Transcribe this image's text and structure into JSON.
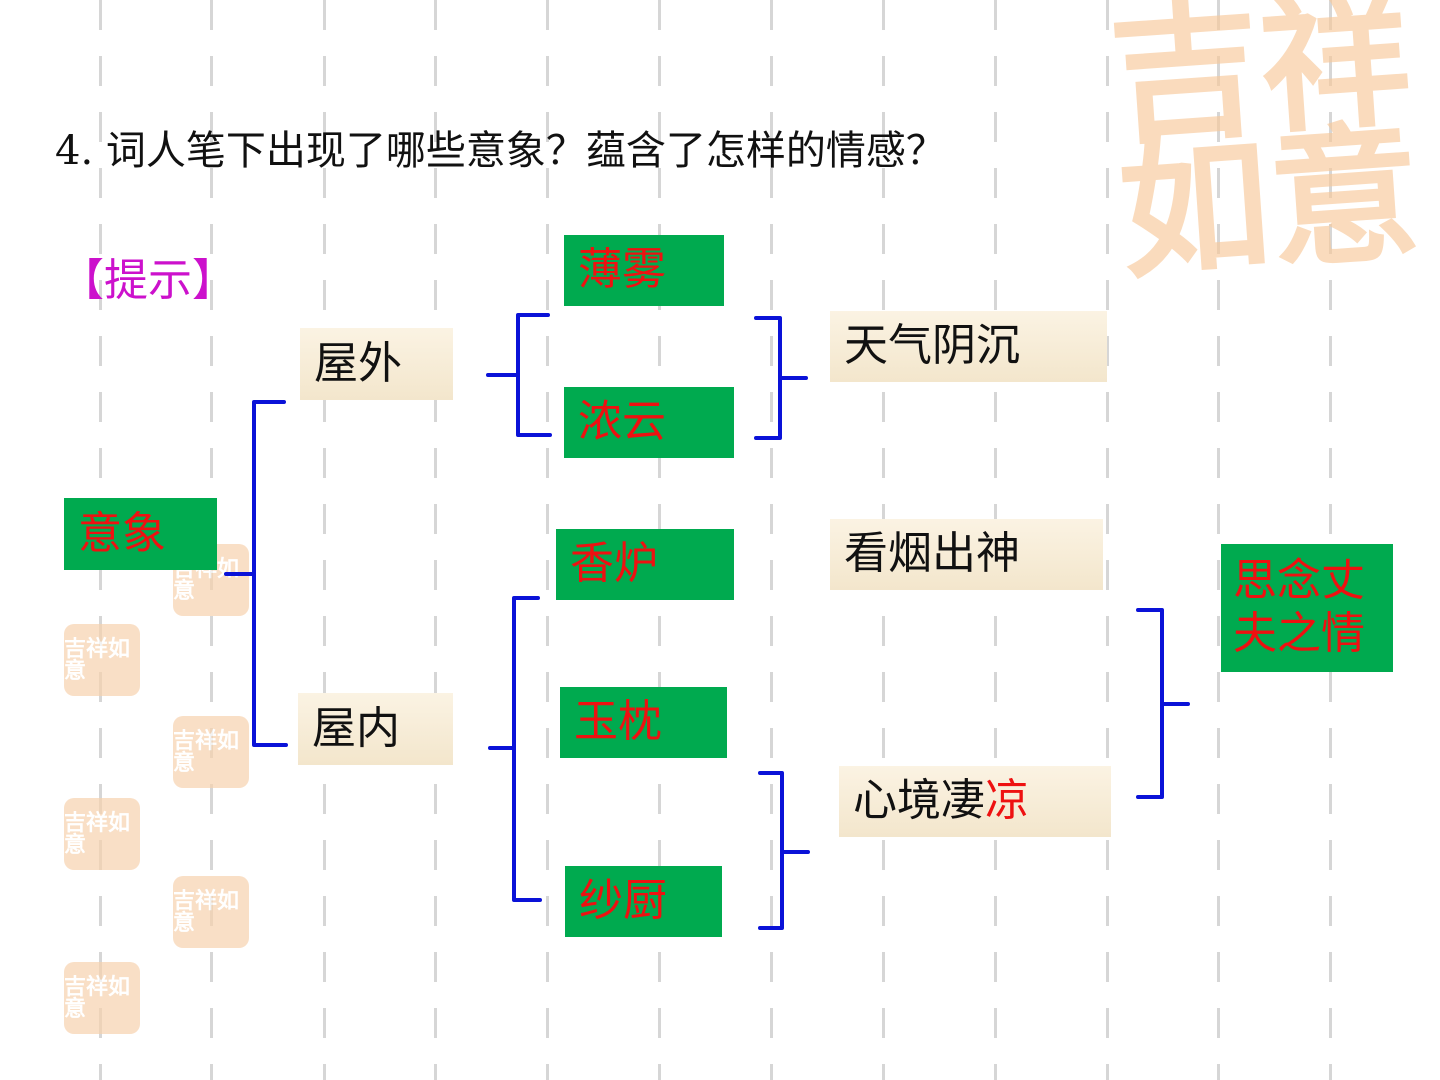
{
  "question": "4. 词人笔下出现了哪些意象？蕴含了怎样的情感？",
  "hint": "【提示】",
  "root": "意象",
  "branches": {
    "outside": "屋外",
    "inside": "屋内"
  },
  "images": {
    "mist": "薄雾",
    "clouds": "浓云",
    "incense_burner": "香炉",
    "jade_pillow": "玉枕",
    "gauze_screen": "纱厨"
  },
  "meanings": {
    "weather": "天气阴沉",
    "gaze": "看烟出神",
    "mood_prefix": "心境凄",
    "mood_highlight": "凉"
  },
  "conclusion": "思念丈夫之情",
  "decoration": {
    "watermark_text": "吉祥如意"
  },
  "colors": {
    "green_box": "#00aa4f",
    "red_text": "#ee1111",
    "bracket_blue": "#0a12d8",
    "hint_magenta": "#cc11cc",
    "cream_box": "#f7ebd3"
  }
}
